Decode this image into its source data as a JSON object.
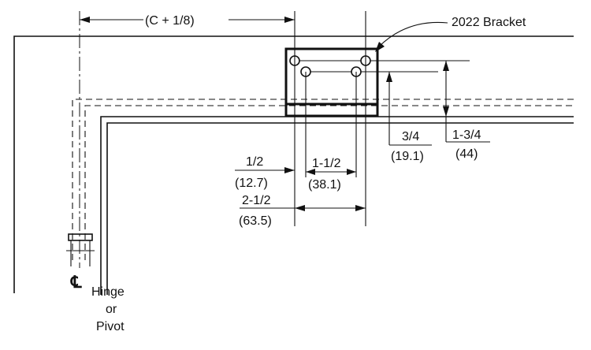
{
  "labels": {
    "c_dimension": "(C + 1/8)",
    "bracket": "2022 Bracket",
    "half_in": "1/2",
    "half_mm": "(12.7)",
    "one_half_in": "1-1/2",
    "one_half_mm": "(38.1)",
    "two_half_in": "2-1/2",
    "two_half_mm": "(63.5)",
    "three_quarter_in": "3/4",
    "three_quarter_mm": "(19.1)",
    "one_three_quarter_in": "1-3/4",
    "one_three_quarter_mm": "(44)",
    "centerline_symbol": "℄",
    "hinge_line1": "Hinge",
    "hinge_line2": "or",
    "hinge_line3": "Pivot"
  }
}
